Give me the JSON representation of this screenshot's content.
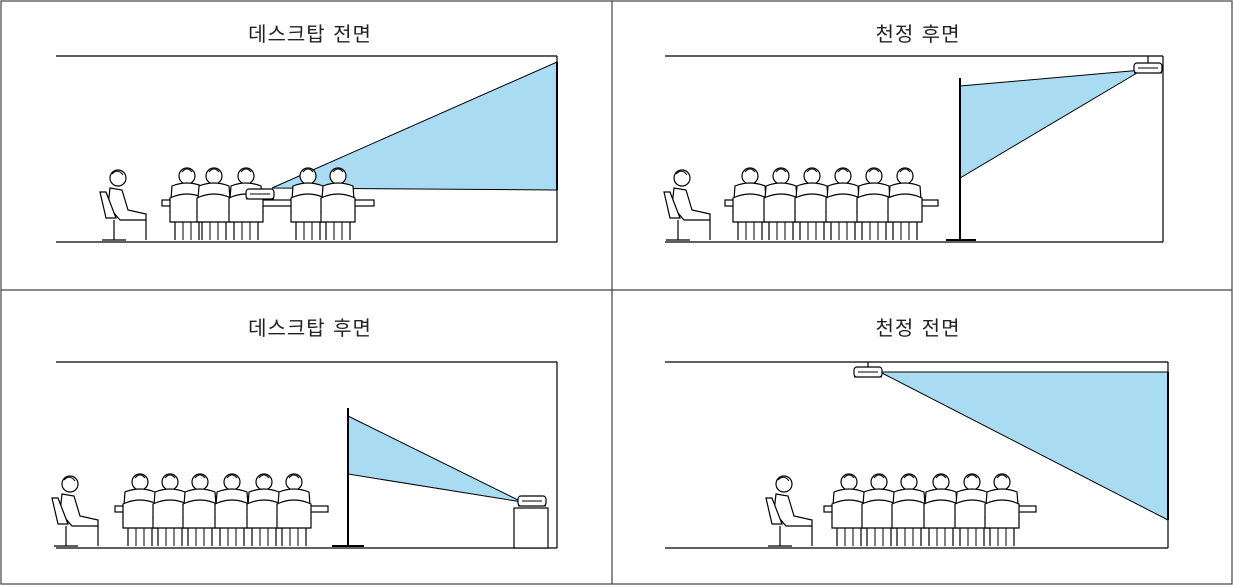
{
  "panels": [
    {
      "id": "desktop-front",
      "label": "데스크탑 전면"
    },
    {
      "id": "ceiling-rear",
      "label": "천정 후면"
    },
    {
      "id": "desktop-rear",
      "label": "데스크탑 후면"
    },
    {
      "id": "ceiling-front",
      "label": "천정 전면"
    }
  ],
  "colors": {
    "projection": "#a9dcf3",
    "stroke": "#000000",
    "frame": "#444444"
  }
}
